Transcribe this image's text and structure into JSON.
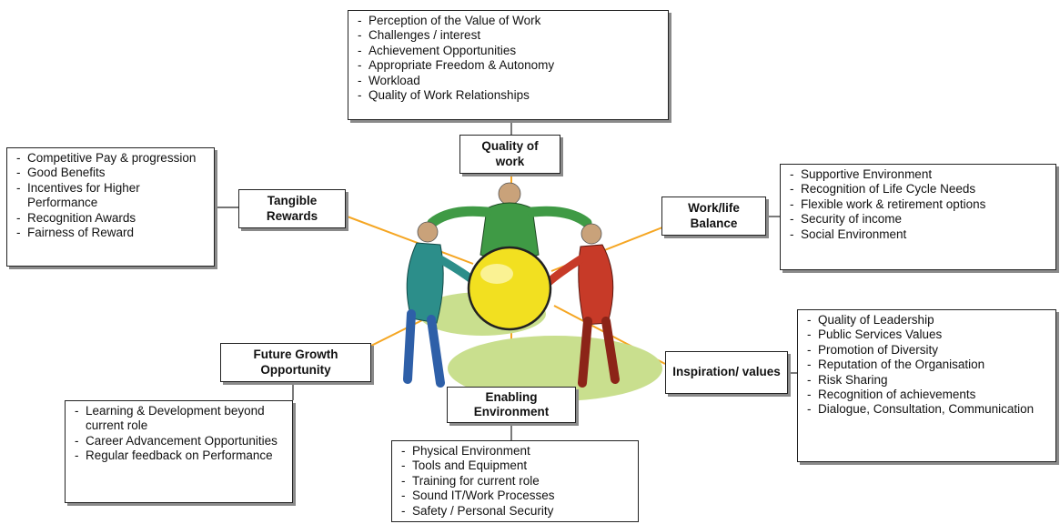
{
  "center_image": {
    "icon": "people-holding-hands-around-globe-icon"
  },
  "nodes": {
    "quality_of_work": {
      "label": "Quality of work",
      "items": [
        "Perception of the Value of Work",
        "Challenges / interest",
        "Achievement Opportunities",
        "Appropriate Freedom & Autonomy",
        "Workload",
        "Quality of Work Relationships"
      ]
    },
    "tangible_rewards": {
      "label": "Tangible Rewards",
      "items": [
        "Competitive Pay & progression",
        "Good Benefits",
        "Incentives for Higher Performance",
        "Recognition Awards",
        "Fairness of Reward"
      ]
    },
    "work_life_balance": {
      "label": "Work/life Balance",
      "items": [
        "Supportive Environment",
        "Recognition of Life Cycle Needs",
        "Flexible work & retirement options",
        "Security of income",
        "Social Environment"
      ]
    },
    "future_growth": {
      "label": "Future Growth Opportunity",
      "items": [
        "Learning & Development beyond current role",
        "Career Advancement Opportunities",
        "Regular feedback on Performance"
      ]
    },
    "inspiration_values": {
      "label": "Inspiration/ values",
      "items": [
        "Quality of Leadership",
        "Public Services Values",
        "Promotion of Diversity",
        "Reputation of the Organisation",
        "Risk Sharing",
        "Recognition of achievements",
        "Dialogue, Consultation, Communication"
      ]
    },
    "enabling_environment": {
      "label": "Enabling Environment",
      "items": [
        "Physical Environment",
        "Tools and Equipment",
        "Training for current role",
        "Sound IT/Work Processes",
        "Safety / Personal Security"
      ]
    }
  },
  "colors": {
    "connector": "#f5a623",
    "globe": "#f2e020",
    "ground": "#c9df8e",
    "person_green": "#3f9a45",
    "person_teal": "#2c8e8a",
    "person_red": "#c73a28",
    "person_blue": "#2e5fa8"
  }
}
